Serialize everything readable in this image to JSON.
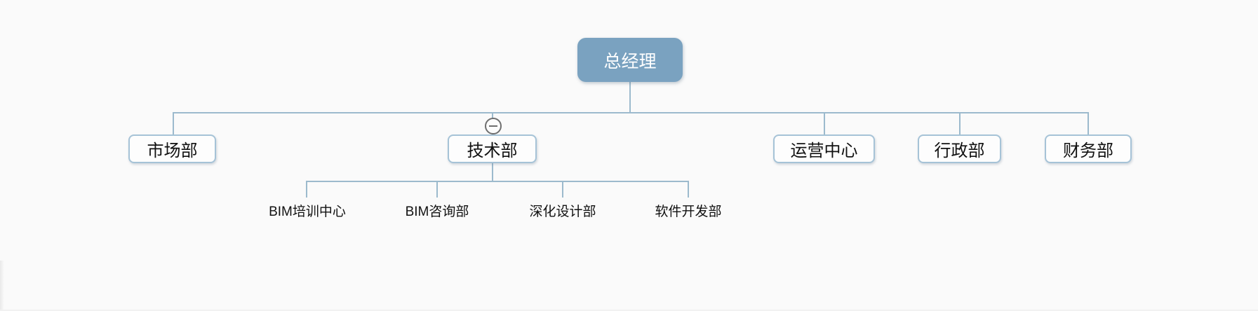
{
  "diagram": {
    "type": "org-chart",
    "colors": {
      "background": "#fafafa",
      "connector": "#9cbacd",
      "root_fill": "#7aa2c0",
      "root_text": "#ffffff",
      "box_fill": "#fdfdfd",
      "box_border": "#a6c3d7",
      "box_text": "#111111",
      "collapse_icon": "#6e6e6e"
    },
    "root": {
      "label": "总经理"
    },
    "level2": [
      {
        "label": "市场部"
      },
      {
        "label": "技术部",
        "has_collapse_icon": true
      },
      {
        "label": "运营中心"
      },
      {
        "label": "行政部"
      },
      {
        "label": "财务部"
      }
    ],
    "level3_parent": "技术部",
    "level3": [
      {
        "label": "BIM培训中心"
      },
      {
        "label": "BIM咨询部"
      },
      {
        "label": "深化设计部"
      },
      {
        "label": "软件开发部"
      }
    ],
    "icons": {
      "collapse": "minus-collapse-icon"
    }
  }
}
